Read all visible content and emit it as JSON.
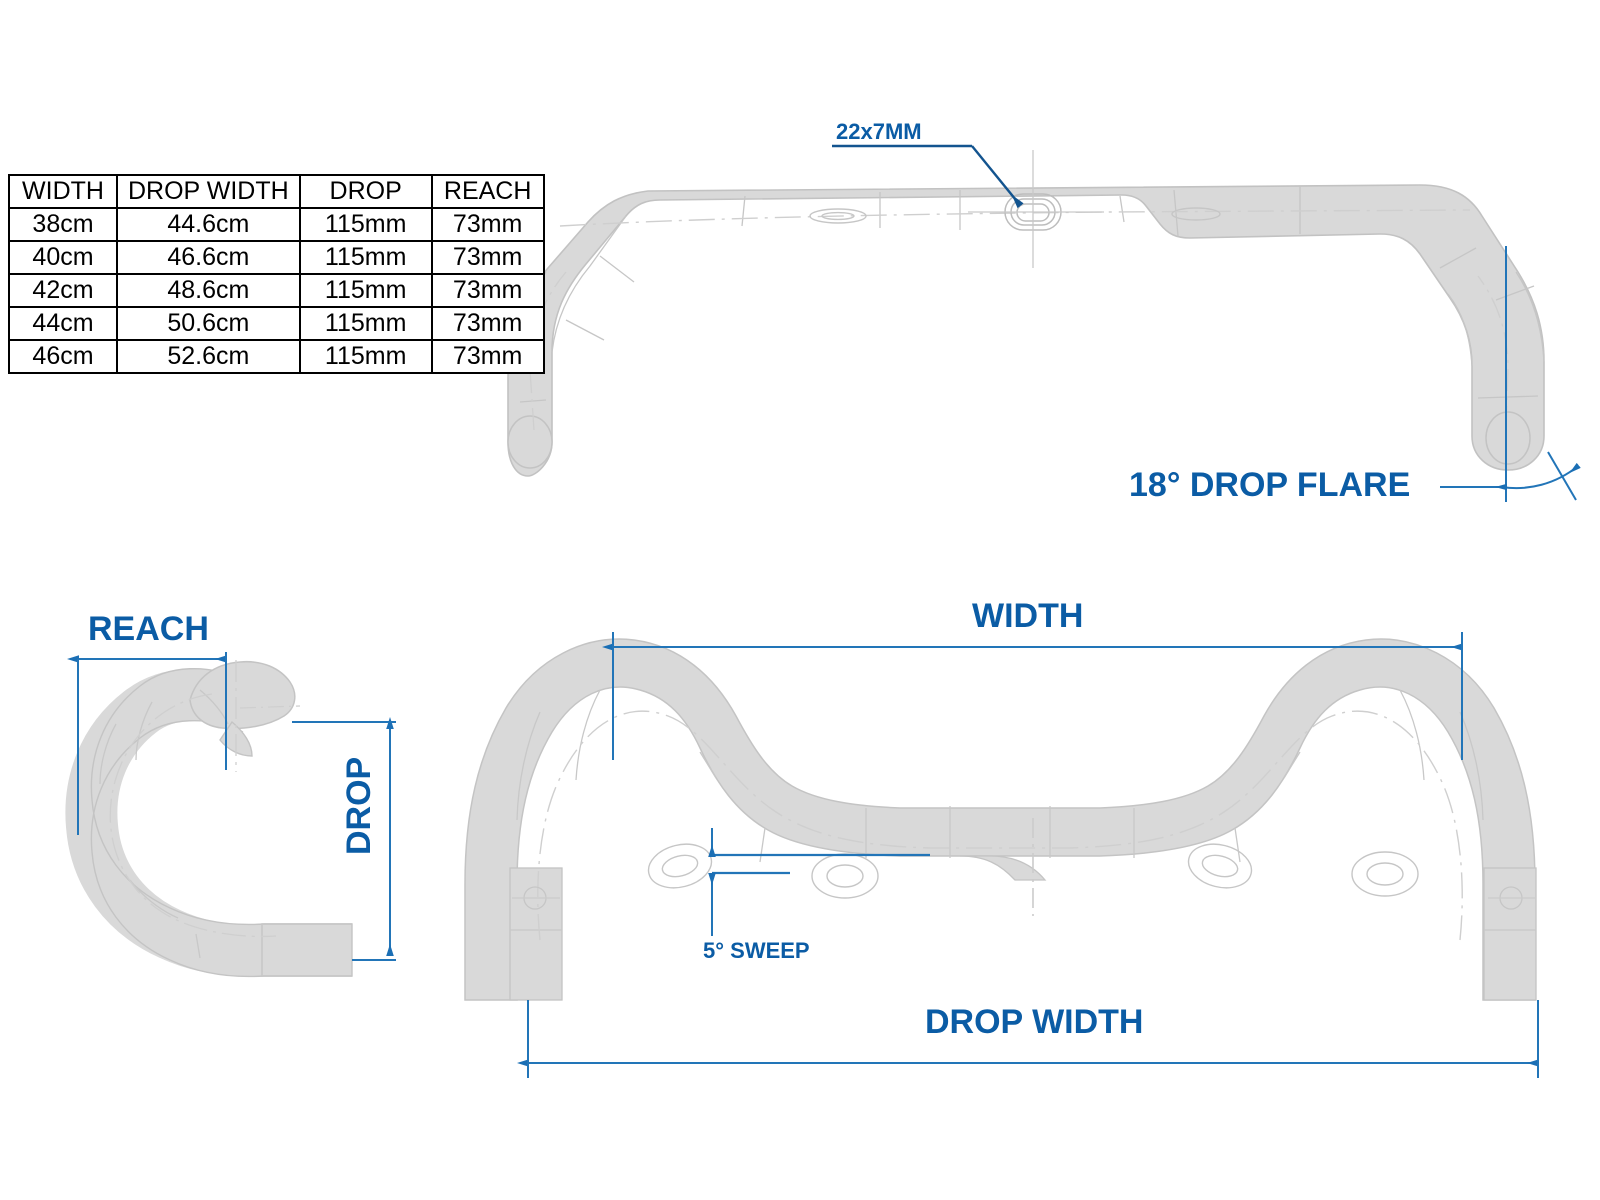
{
  "document": {
    "kind": "technical-drawing",
    "subject": "drop handlebar geometry",
    "accent_color": "#0b5ca5",
    "line_color": "#2275b8",
    "part_fill": "#d9d9d9",
    "part_stroke": "#bcbcbc",
    "background": "#ffffff"
  },
  "spec_table": {
    "headers": [
      "WIDTH",
      "DROP WIDTH",
      "DROP",
      "REACH"
    ],
    "rows": [
      [
        "38cm",
        "44.6cm",
        "115mm",
        "73mm"
      ],
      [
        "40cm",
        "46.6cm",
        "115mm",
        "73mm"
      ],
      [
        "42cm",
        "48.6cm",
        "115mm",
        "73mm"
      ],
      [
        "44cm",
        "50.6cm",
        "115mm",
        "73mm"
      ],
      [
        "46cm",
        "52.6cm",
        "115mm",
        "73mm"
      ]
    ]
  },
  "callouts": {
    "cable_port": "22x7MM",
    "drop_flare": "18° DROP FLARE",
    "sweep": "5° SWEEP"
  },
  "dimensions": {
    "reach": "REACH",
    "drop": "DROP",
    "width": "WIDTH",
    "drop_width": "DROP WIDTH"
  },
  "views": {
    "top": "top view of handlebar",
    "side": "side profile view of drop",
    "front": "front view of handlebar"
  }
}
